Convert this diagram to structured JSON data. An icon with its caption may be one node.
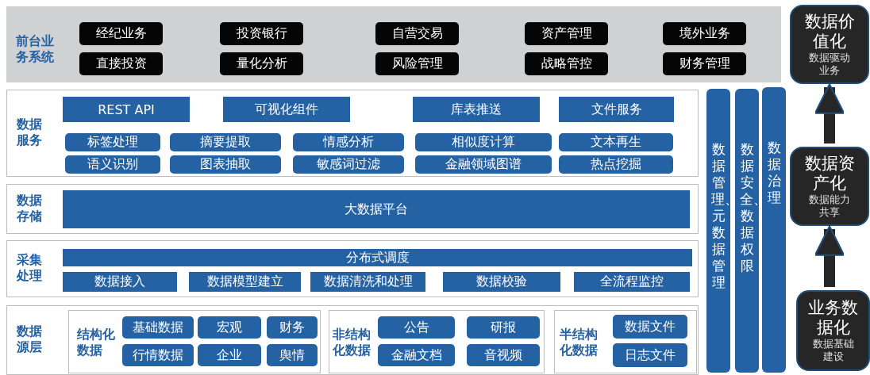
{
  "diagram": {
    "nodes": [
      {
        "text": [
          "前台业务系统"
        ]
      },
      {
        "text": [
          "经纪业务"
        ],
        "in": 0
      },
      {
        "text": [
          "投资银行"
        ],
        "in": 0
      },
      {
        "text": [
          "自营交易"
        ],
        "in": 0
      },
      {
        "text": [
          "资产管理"
        ],
        "in": 0
      },
      {
        "text": [
          "境外业务"
        ],
        "in": 0
      },
      {
        "text": [
          "直接投资"
        ],
        "in": 0
      },
      {
        "text": [
          "量化分析"
        ],
        "in": 0
      },
      {
        "text": [
          "风险管理"
        ],
        "in": 0
      },
      {
        "text": [
          "战略管控"
        ],
        "in": 0
      },
      {
        "text": [
          "财务管理"
        ],
        "in": 0
      },
      {
        "text": [
          "数据服务"
        ]
      },
      {
        "text": [
          "REST API"
        ],
        "in": 11
      },
      {
        "text": [
          "可视化组件"
        ],
        "in": 11
      },
      {
        "text": [
          "库表推送"
        ],
        "in": 11
      },
      {
        "text": [
          "文件服务"
        ],
        "in": 11
      },
      {
        "text": [
          "标签处理"
        ],
        "in": 11
      },
      {
        "text": [
          "摘要提取"
        ],
        "in": 11
      },
      {
        "text": [
          "情感分析"
        ],
        "in": 11
      },
      {
        "text": [
          "相似度计算"
        ],
        "in": 11
      },
      {
        "text": [
          "文本再生"
        ],
        "in": 11
      },
      {
        "text": [
          "语义识别"
        ],
        "in": 11
      },
      {
        "text": [
          "图表抽取"
        ],
        "in": 11
      },
      {
        "text": [
          "敏感词过滤"
        ],
        "in": 11
      },
      {
        "text": [
          "金融领域图谱"
        ],
        "in": 11
      },
      {
        "text": [
          "热点挖掘"
        ],
        "in": 11
      },
      {
        "text": [
          "数据存储"
        ]
      },
      {
        "text": [
          "大数据平台"
        ],
        "in": 26
      },
      {
        "text": [
          "采集处理"
        ]
      },
      {
        "text": [
          "分布式调度"
        ],
        "in": 28
      },
      {
        "text": [
          "数据接入"
        ],
        "in": 28
      },
      {
        "text": [
          "数据模型建立"
        ],
        "in": 28
      },
      {
        "text": [
          "数据清洗和处理"
        ],
        "in": 28
      },
      {
        "text": [
          "数据校验"
        ],
        "in": 28
      },
      {
        "text": [
          "全流程监控"
        ],
        "in": 28
      },
      {
        "text": [
          "数据源层"
        ]
      },
      {
        "text": [
          "结构化数据"
        ],
        "in": 35
      },
      {
        "text": [
          "基础数据"
        ],
        "in": 36
      },
      {
        "text": [
          "宏观"
        ],
        "in": 36
      },
      {
        "text": [
          "财务"
        ],
        "in": 36
      },
      {
        "text": [
          "行情数据"
        ],
        "in": 36
      },
      {
        "text": [
          "企业"
        ],
        "in": 36
      },
      {
        "text": [
          "舆情"
        ],
        "in": 36
      },
      {
        "text": [
          "非结构化数据"
        ],
        "in": 35
      },
      {
        "text": [
          "公告"
        ],
        "in": 43
      },
      {
        "text": [
          "研报"
        ],
        "in": 43
      },
      {
        "text": [
          "金融文档"
        ],
        "in": 43
      },
      {
        "text": [
          "音视频"
        ],
        "in": 43
      },
      {
        "text": [
          "半结构化数据"
        ],
        "in": 35
      },
      {
        "text": [
          "数据文件"
        ],
        "in": 48
      },
      {
        "text": [
          "日志文件"
        ],
        "in": 48
      },
      {
        "text": [
          "数据管理、元数据管理"
        ]
      },
      {
        "text": [
          "数据安全、数据权限"
        ]
      },
      {
        "text": [
          "数据治理"
        ]
      },
      {
        "text": [
          "数据价值化",
          "数据驱动业务"
        ]
      },
      {
        "text": [
          "数据资产化",
          "数据能力共享"
        ]
      },
      {
        "text": [
          "业务数据化",
          "数据基础建设"
        ]
      }
    ],
    "edges": [
      {
        "from": 56,
        "to": 55,
        "arrow": "to"
      },
      {
        "from": 55,
        "to": 54,
        "arrow": "to"
      }
    ]
  }
}
